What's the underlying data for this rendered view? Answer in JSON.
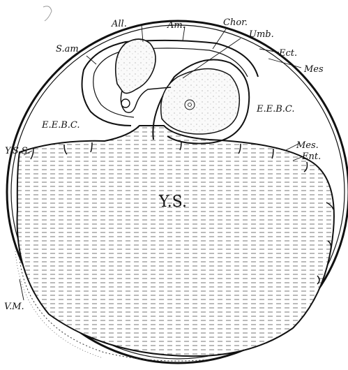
{
  "labels": {
    "all": "All.",
    "am": "Am.",
    "chor": "Chor.",
    "umb": "Umb.",
    "s_am": "S.am.",
    "ect": "Ect.",
    "mes_top": "Mes",
    "eebc_left": "E.E.B.C.",
    "eebc_right": "E.E.B.C.",
    "mes_right": "Mes.",
    "ent": "Ent.",
    "yss": "Y.S.S.",
    "ys": "Y.S.",
    "vm": "V.M."
  },
  "colors": {
    "ink": "#111111",
    "yolk_fill": "#d9d9d9",
    "embryo_fill": "#ececec",
    "paper": "#ffffff"
  }
}
